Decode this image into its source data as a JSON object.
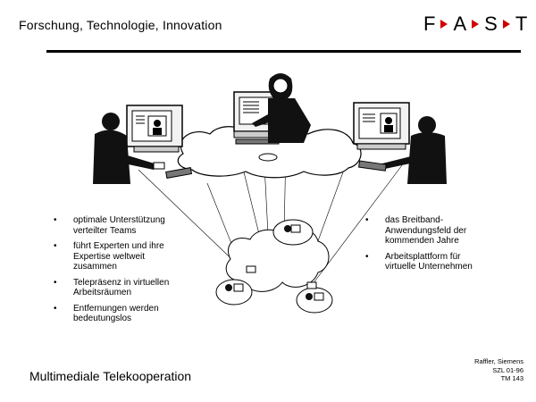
{
  "header": {
    "title": "Forschung, Technologie, Innovation",
    "logo_letters": [
      "F",
      "A",
      "S",
      "T"
    ],
    "logo_arrow_color": "#d10000"
  },
  "bullet_glyph": "•",
  "left_bullets": [
    "optimale Unterstützung verteilter Teams",
    "führt Experten und ihre Expertise weltweit zusammen",
    "Telepräsenz in virtuellen Arbeitsräumen",
    "Entfernungen werden bedeutungslos"
  ],
  "right_bullets": [
    "das Breitband-Anwendungsfeld der kommenden Jahre",
    "Arbeitsplattform für virtuelle Unternehmen"
  ],
  "footer": {
    "title": "Multimediale Telekooperation",
    "credit_lines": [
      "Raffler, Siemens",
      "SZL 01-96",
      "TM 143"
    ]
  }
}
